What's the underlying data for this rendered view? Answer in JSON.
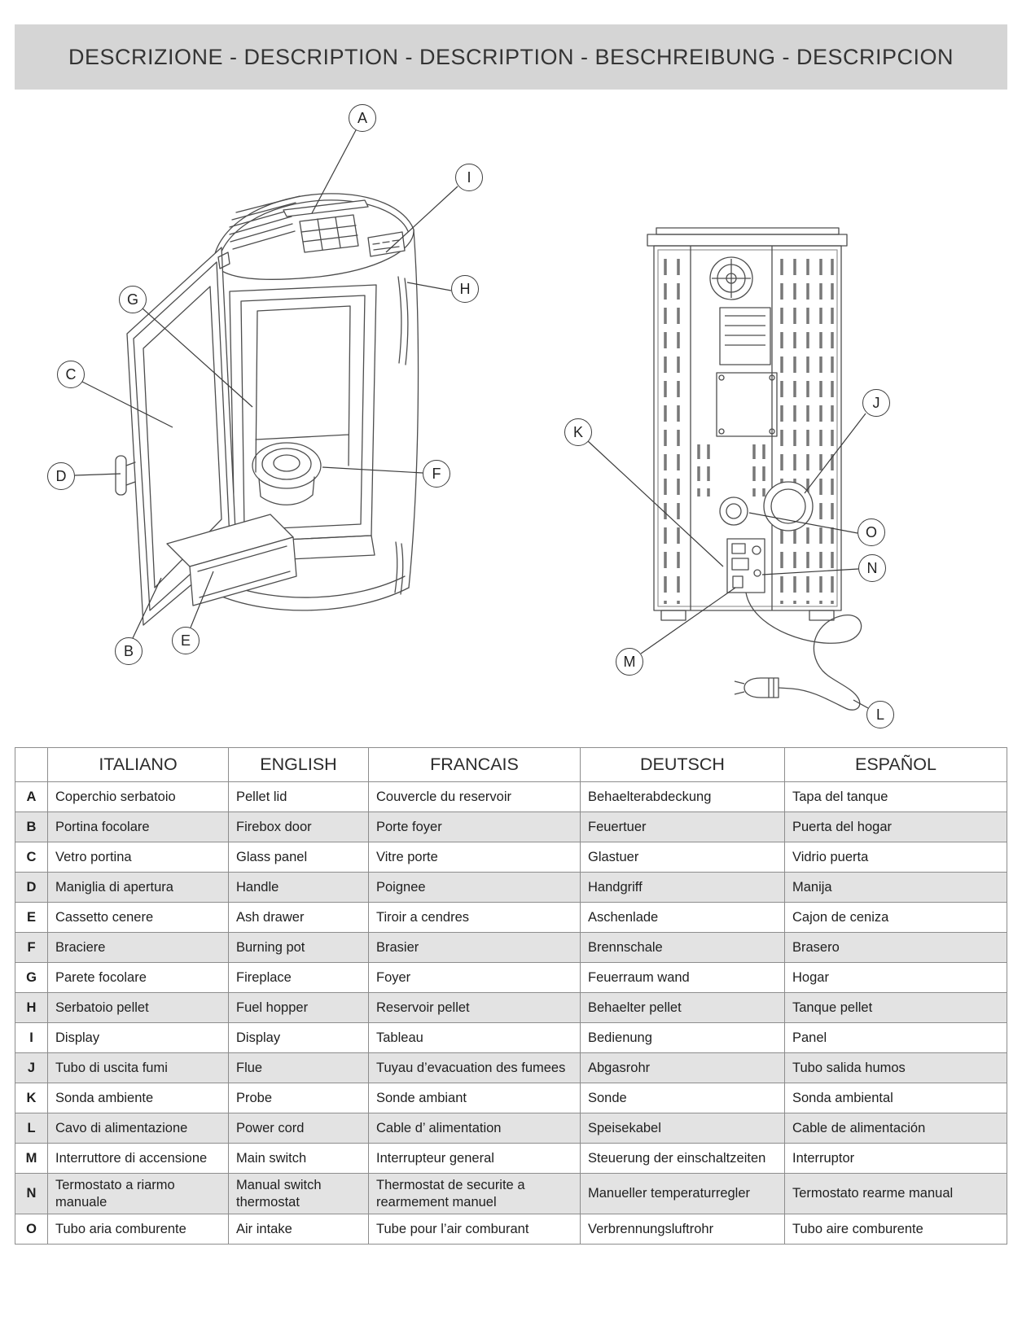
{
  "header": {
    "title": "DESCRIZIONE - DESCRIPTION - DESCRIPTION - BESCHREIBUNG - DESCRIPCION"
  },
  "diagram": {
    "front_view_name": "stove-front-view",
    "back_view_name": "stove-back-view",
    "callouts": [
      {
        "label": "A"
      },
      {
        "label": "B"
      },
      {
        "label": "C"
      },
      {
        "label": "D"
      },
      {
        "label": "E"
      },
      {
        "label": "F"
      },
      {
        "label": "G"
      },
      {
        "label": "H"
      },
      {
        "label": "I"
      },
      {
        "label": "J"
      },
      {
        "label": "K"
      },
      {
        "label": "L"
      },
      {
        "label": "M"
      },
      {
        "label": "N"
      },
      {
        "label": "O"
      }
    ]
  },
  "table": {
    "headers": [
      "ITALIANO",
      "ENGLISH",
      "FRANCAIS",
      "DEUTSCH",
      "ESPAÑOL"
    ],
    "rows": [
      {
        "key": "A",
        "cells": [
          "Coperchio serbatoio",
          "Pellet lid",
          "Couvercle du reservoir",
          "Behaelterabdeckung",
          "Tapa del tanque"
        ]
      },
      {
        "key": "B",
        "cells": [
          "Portina focolare",
          "Firebox door",
          "Porte foyer",
          "Feuertuer",
          "Puerta del hogar"
        ]
      },
      {
        "key": "C",
        "cells": [
          "Vetro portina",
          "Glass panel",
          "Vitre porte",
          "Glastuer",
          "Vidrio puerta"
        ]
      },
      {
        "key": "D",
        "cells": [
          "Maniglia di apertura",
          "Handle",
          "Poignee",
          "Handgriff",
          "Manija"
        ]
      },
      {
        "key": "E",
        "cells": [
          "Cassetto cenere",
          "Ash drawer",
          "Tiroir a cendres",
          "Aschenlade",
          "Cajon de ceniza"
        ]
      },
      {
        "key": "F",
        "cells": [
          "Braciere",
          "Burning pot",
          "Brasier",
          "Brennschale",
          "Brasero"
        ]
      },
      {
        "key": "G",
        "cells": [
          "Parete focolare",
          "Fireplace",
          "Foyer",
          "Feuerraum wand",
          "Hogar"
        ]
      },
      {
        "key": "H",
        "cells": [
          "Serbatoio pellet",
          "Fuel hopper",
          "Reservoir pellet",
          "Behaelter pellet",
          "Tanque pellet"
        ]
      },
      {
        "key": "I",
        "cells": [
          "Display",
          "Display",
          "Tableau",
          "Bedienung",
          "Panel"
        ]
      },
      {
        "key": "J",
        "cells": [
          "Tubo di uscita fumi",
          "Flue",
          "Tuyau d’evacuation des fumees",
          "Abgasrohr",
          "Tubo salida humos"
        ]
      },
      {
        "key": "K",
        "cells": [
          "Sonda ambiente",
          "Probe",
          "Sonde ambiant",
          "Sonde",
          "Sonda ambiental"
        ]
      },
      {
        "key": "L",
        "cells": [
          "Cavo di alimentazione",
          "Power cord",
          "Cable d’ alimentation",
          "Speisekabel",
          "Cable de alimentación"
        ]
      },
      {
        "key": "M",
        "cells": [
          "Interruttore di accensione",
          "Main switch",
          "Interrupteur general",
          "Steuerung der einschaltzeiten",
          "Interruptor"
        ]
      },
      {
        "key": "N",
        "cells": [
          "Termostato a riarmo manuale",
          "Manual switch thermostat",
          "Thermostat de securite a rearmement manuel",
          "Manueller temperaturregler",
          "Termostato rearme manual"
        ]
      },
      {
        "key": "O",
        "cells": [
          "Tubo aria comburente",
          "Air intake",
          "Tube pour l’air comburant",
          "Verbrennungsluftrohr",
          "Tubo aire comburente"
        ]
      }
    ]
  }
}
